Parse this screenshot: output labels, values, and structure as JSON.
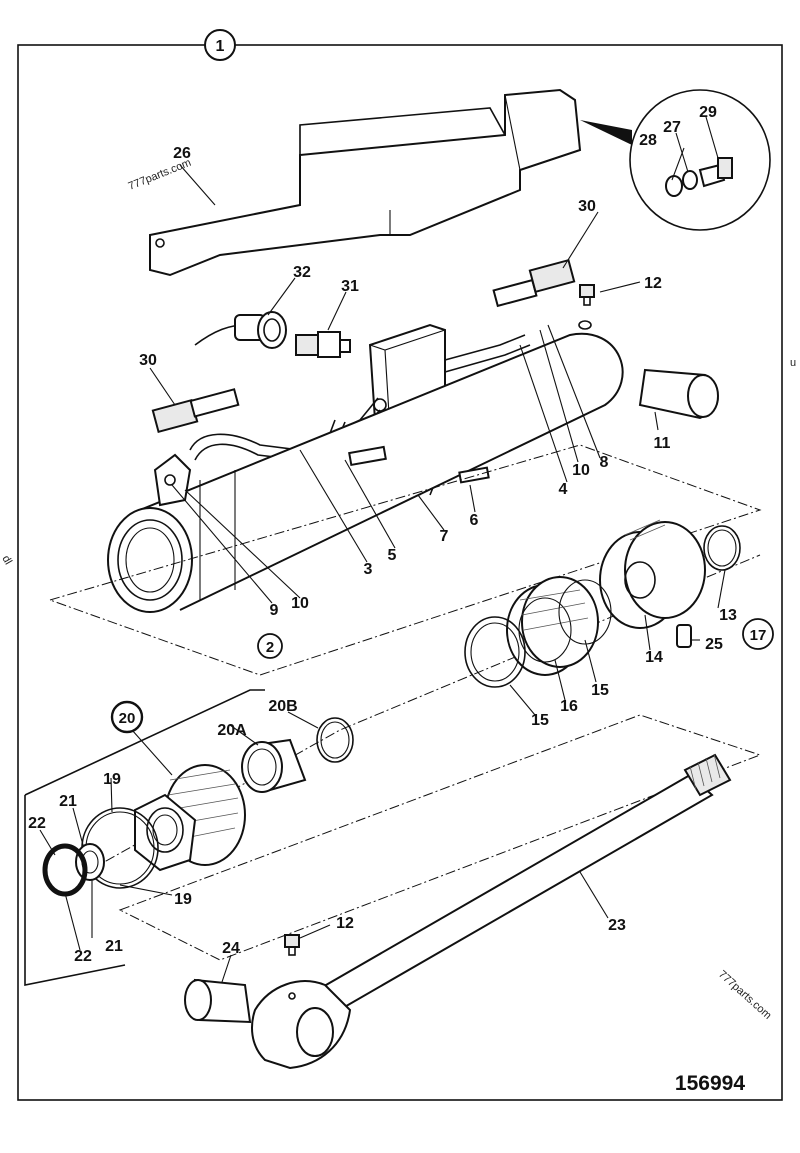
{
  "drawing_number": "156994",
  "watermarks": [
    "777parts.com",
    "777parts.com"
  ],
  "edge_fragments": {
    "right": "u",
    "left": "dl"
  },
  "circled_refs": {
    "frame": "1",
    "cylinder_group": "2",
    "seal_kit": "17",
    "head_group": "20"
  },
  "labels": {
    "l26": "26",
    "l27": "27",
    "l28": "28",
    "l29": "29",
    "l30a": "30",
    "l30b": "30",
    "l31": "31",
    "l32": "32",
    "l12a": "12",
    "l12b": "12",
    "l11": "11",
    "l8": "8",
    "l10a": "10",
    "l10b": "10",
    "l4": "4",
    "l6": "6",
    "l7": "7",
    "l5": "5",
    "l3": "3",
    "l9": "9",
    "l13": "13",
    "l14": "14",
    "l25": "25",
    "l15a": "15",
    "l15b": "15",
    "l16": "16",
    "l20a": "20A",
    "l20b": "20B",
    "l19a": "19",
    "l19b": "19",
    "l21a": "21",
    "l21b": "21",
    "l22a": "22",
    "l22b": "22",
    "l23": "23",
    "l24": "24"
  }
}
